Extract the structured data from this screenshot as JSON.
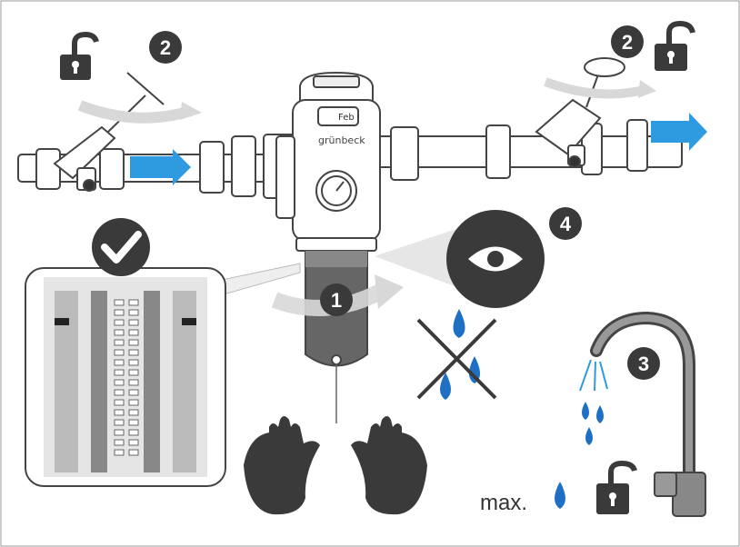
{
  "device": {
    "brand": "grünbeck",
    "label": "Feb"
  },
  "steps": {
    "rotate": "1",
    "valve_left": "2",
    "valve_right": "2",
    "tap": "3",
    "inspect": "4"
  },
  "flow_note": "max.",
  "icons": {
    "check": "checkmark-circle-icon",
    "eye": "eye-icon",
    "lock_open": "open-padlock-icon",
    "no_water": "no-water-drops-icon",
    "gloves": "hand-gloves-icon",
    "drop": "water-drop-icon"
  },
  "colors": {
    "arrow_blue": "#2e9be0",
    "water_blue": "#1f6fc5",
    "dark": "#3a3a3a",
    "rotation_grey": "#d8d8d8"
  }
}
